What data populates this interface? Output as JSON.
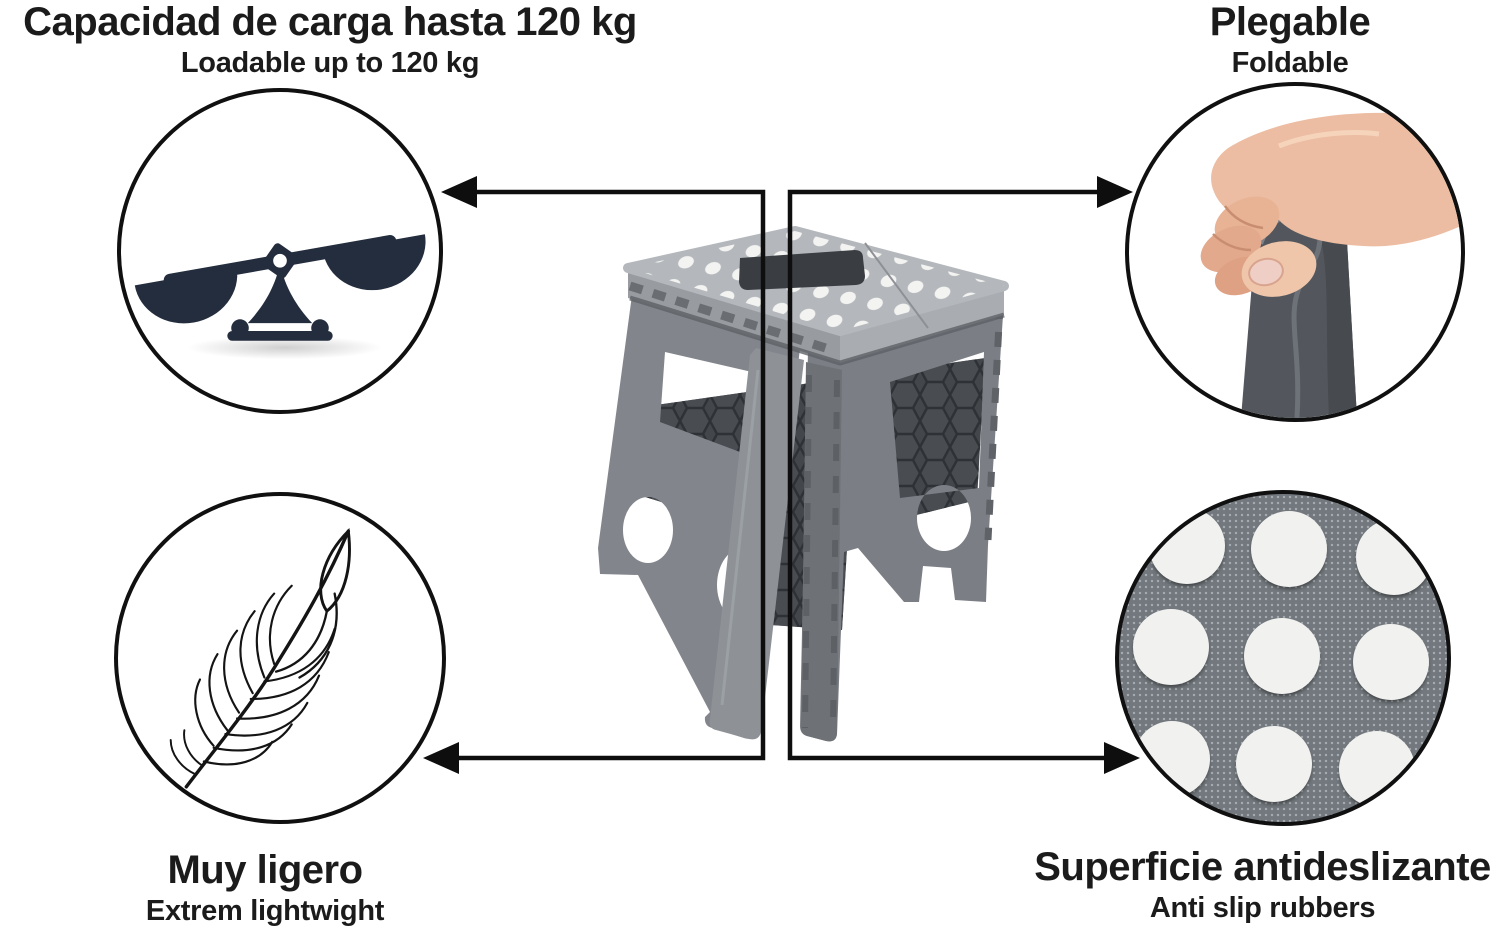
{
  "features": {
    "load_capacity": {
      "title": "Capacidad de carga hasta 120 kg",
      "subtitle": "Loadable up to 120 kg",
      "icon": "balance-scale-icon"
    },
    "foldable": {
      "title": "Plegable",
      "subtitle": "Foldable",
      "icon": "hand-holding-folded-stool-photo"
    },
    "lightweight": {
      "title": "Muy ligero",
      "subtitle": "Extrem lightwight",
      "icon": "feather-icon"
    },
    "anti_slip": {
      "title": "Superficie antideslizante",
      "subtitle": "Anti slip rubbers",
      "icon": "anti-slip-surface-closeup"
    }
  },
  "product": {
    "description": "grey folding step stool with white anti-slip dots and carry handle"
  },
  "colors": {
    "text": "#1b1b1b",
    "connector_line": "#0e0e0e",
    "scale_icon_navy": "#232d3d",
    "seat_gray": "#b4b8bc",
    "dot_white": "#f3f3f1",
    "leg_gray": "#7f838a",
    "interior_dark": "#43474b",
    "antislip_bg": "#72787d",
    "skin_tone": "#ecbda2"
  }
}
